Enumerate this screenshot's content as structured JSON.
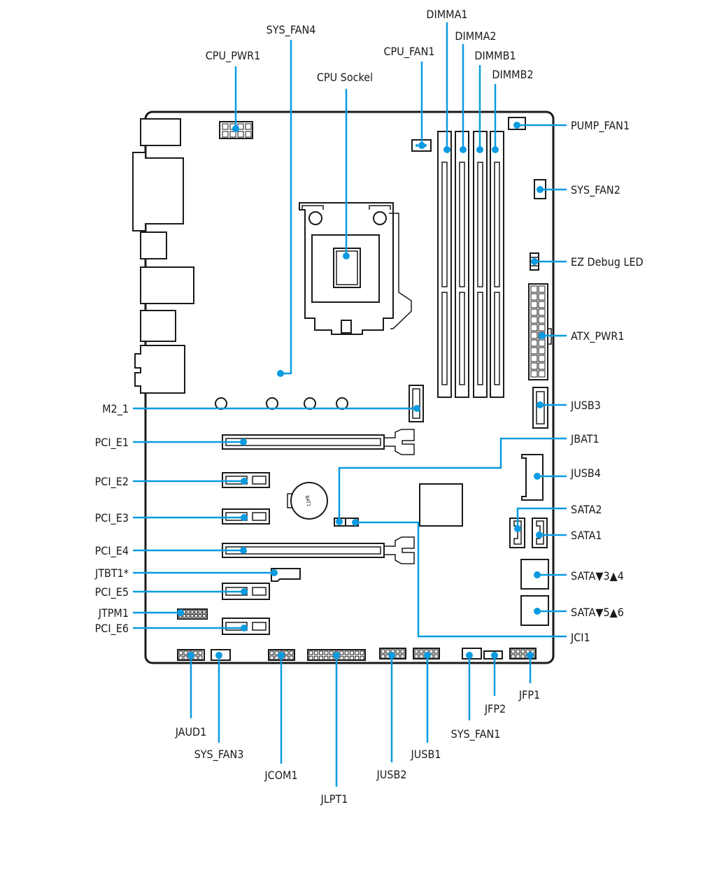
{
  "labels": {
    "sys_fan4": "SYS_FAN4",
    "cpu_pwr1": "CPU_PWR1",
    "cpu_socket": "CPU Sockel",
    "cpu_fan1": "CPU_FAN1",
    "dimma1": "DIMMA1",
    "dimma2": "DIMMA2",
    "dimmb1": "DIMMB1",
    "dimmb2": "DIMMB2",
    "pump_fan1": "PUMP_FAN1",
    "sys_fan2": "SYS_FAN2",
    "ez_debug_led": "EZ Debug LED",
    "atx_pwr1": "ATX_PWR1",
    "jusb3": "JUSB3",
    "jbat1": "JBAT1",
    "jusb4": "JUSB4",
    "sata2": "SATA2",
    "sata1": "SATA1",
    "sata34": "SATA▼3▲4",
    "sata56": "SATA▼5▲6",
    "jci1": "JCI1",
    "m2_1": "M2_1",
    "pci_e1": "PCI_E1",
    "pci_e2": "PCI_E2",
    "pci_e3": "PCI_E3",
    "pci_e4": "PCI_E4",
    "jtbt1": "JTBT1*",
    "pci_e5": "PCI_E5",
    "jtpm1": "JTPM1",
    "pci_e6": "PCI_E6",
    "jaud1": "JAUD1",
    "sys_fan3": "SYS_FAN3",
    "jcom1": "JCOM1",
    "jlpt1": "JLPT1",
    "jusb2": "JUSB2",
    "jusb1": "JUSB1",
    "sys_fan1": "SYS_FAN1",
    "jfp2": "JFP2",
    "jfp1": "JFP1",
    "battery": "BAT1"
  },
  "colors": {
    "leader": "#0a9be0",
    "outline": "#1a1a1a",
    "background": "#ffffff"
  }
}
